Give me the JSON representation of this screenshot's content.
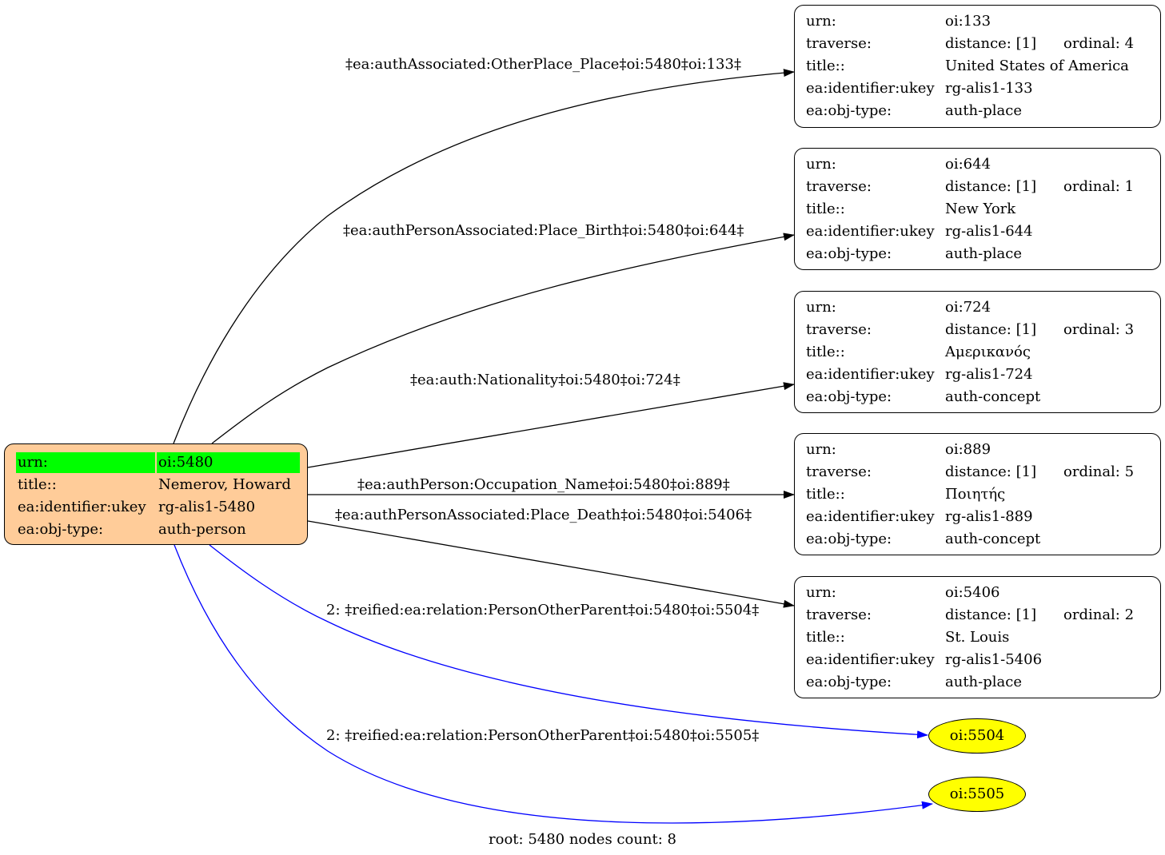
{
  "root": {
    "urn_key": "urn:",
    "urn": "oi:5480",
    "title_key": "title::",
    "title": "Nemerov, Howard",
    "ukey_key": "ea:identifier:ukey",
    "ukey": "rg-alis1-5480",
    "type_key": "ea:obj-type:",
    "type": "auth-person"
  },
  "labels": {
    "urn": "urn:",
    "traverse": "traverse:",
    "title": "title::",
    "ukey": "ea:identifier:ukey",
    "type": "ea:obj-type:"
  },
  "nodes": [
    {
      "urn": "oi:133",
      "distance": "distance: [1]",
      "ordinal": "ordinal: 4",
      "title": "United States of America",
      "ukey": "rg-alis1-133",
      "type": "auth-place"
    },
    {
      "urn": "oi:644",
      "distance": "distance: [1]",
      "ordinal": "ordinal: 1",
      "title": "New York",
      "ukey": "rg-alis1-644",
      "type": "auth-place"
    },
    {
      "urn": "oi:724",
      "distance": "distance: [1]",
      "ordinal": "ordinal: 3",
      "title": "Αμερικανός",
      "ukey": "rg-alis1-724",
      "type": "auth-concept"
    },
    {
      "urn": "oi:889",
      "distance": "distance: [1]",
      "ordinal": "ordinal: 5",
      "title": "Ποιητής",
      "ukey": "rg-alis1-889",
      "type": "auth-concept"
    },
    {
      "urn": "oi:5406",
      "distance": "distance: [1]",
      "ordinal": "ordinal: 2",
      "title": "St. Louis",
      "ukey": "rg-alis1-5406",
      "type": "auth-place"
    }
  ],
  "ellipses": [
    "oi:5504",
    "oi:5505"
  ],
  "edges": [
    "‡ea:authAssociated:OtherPlace_Place‡oi:5480‡oi:133‡",
    "‡ea:authPersonAssociated:Place_Birth‡oi:5480‡oi:644‡",
    "‡ea:auth:Nationality‡oi:5480‡oi:724‡",
    "‡ea:authPerson:Occupation_Name‡oi:5480‡oi:889‡",
    "‡ea:authPersonAssociated:Place_Death‡oi:5480‡oi:5406‡",
    "2: ‡reified:ea:relation:PersonOtherParent‡oi:5480‡oi:5504‡",
    "2: ‡reified:ea:relation:PersonOtherParent‡oi:5480‡oi:5505‡"
  ],
  "colors": {
    "edge_default": "#000000",
    "edge_reified": "#0000ff",
    "root_fill": "#ffcc99",
    "highlight": "#00ff00",
    "ellipse_fill": "#ffff00"
  },
  "footer": "root: 5480 nodes count: 8"
}
